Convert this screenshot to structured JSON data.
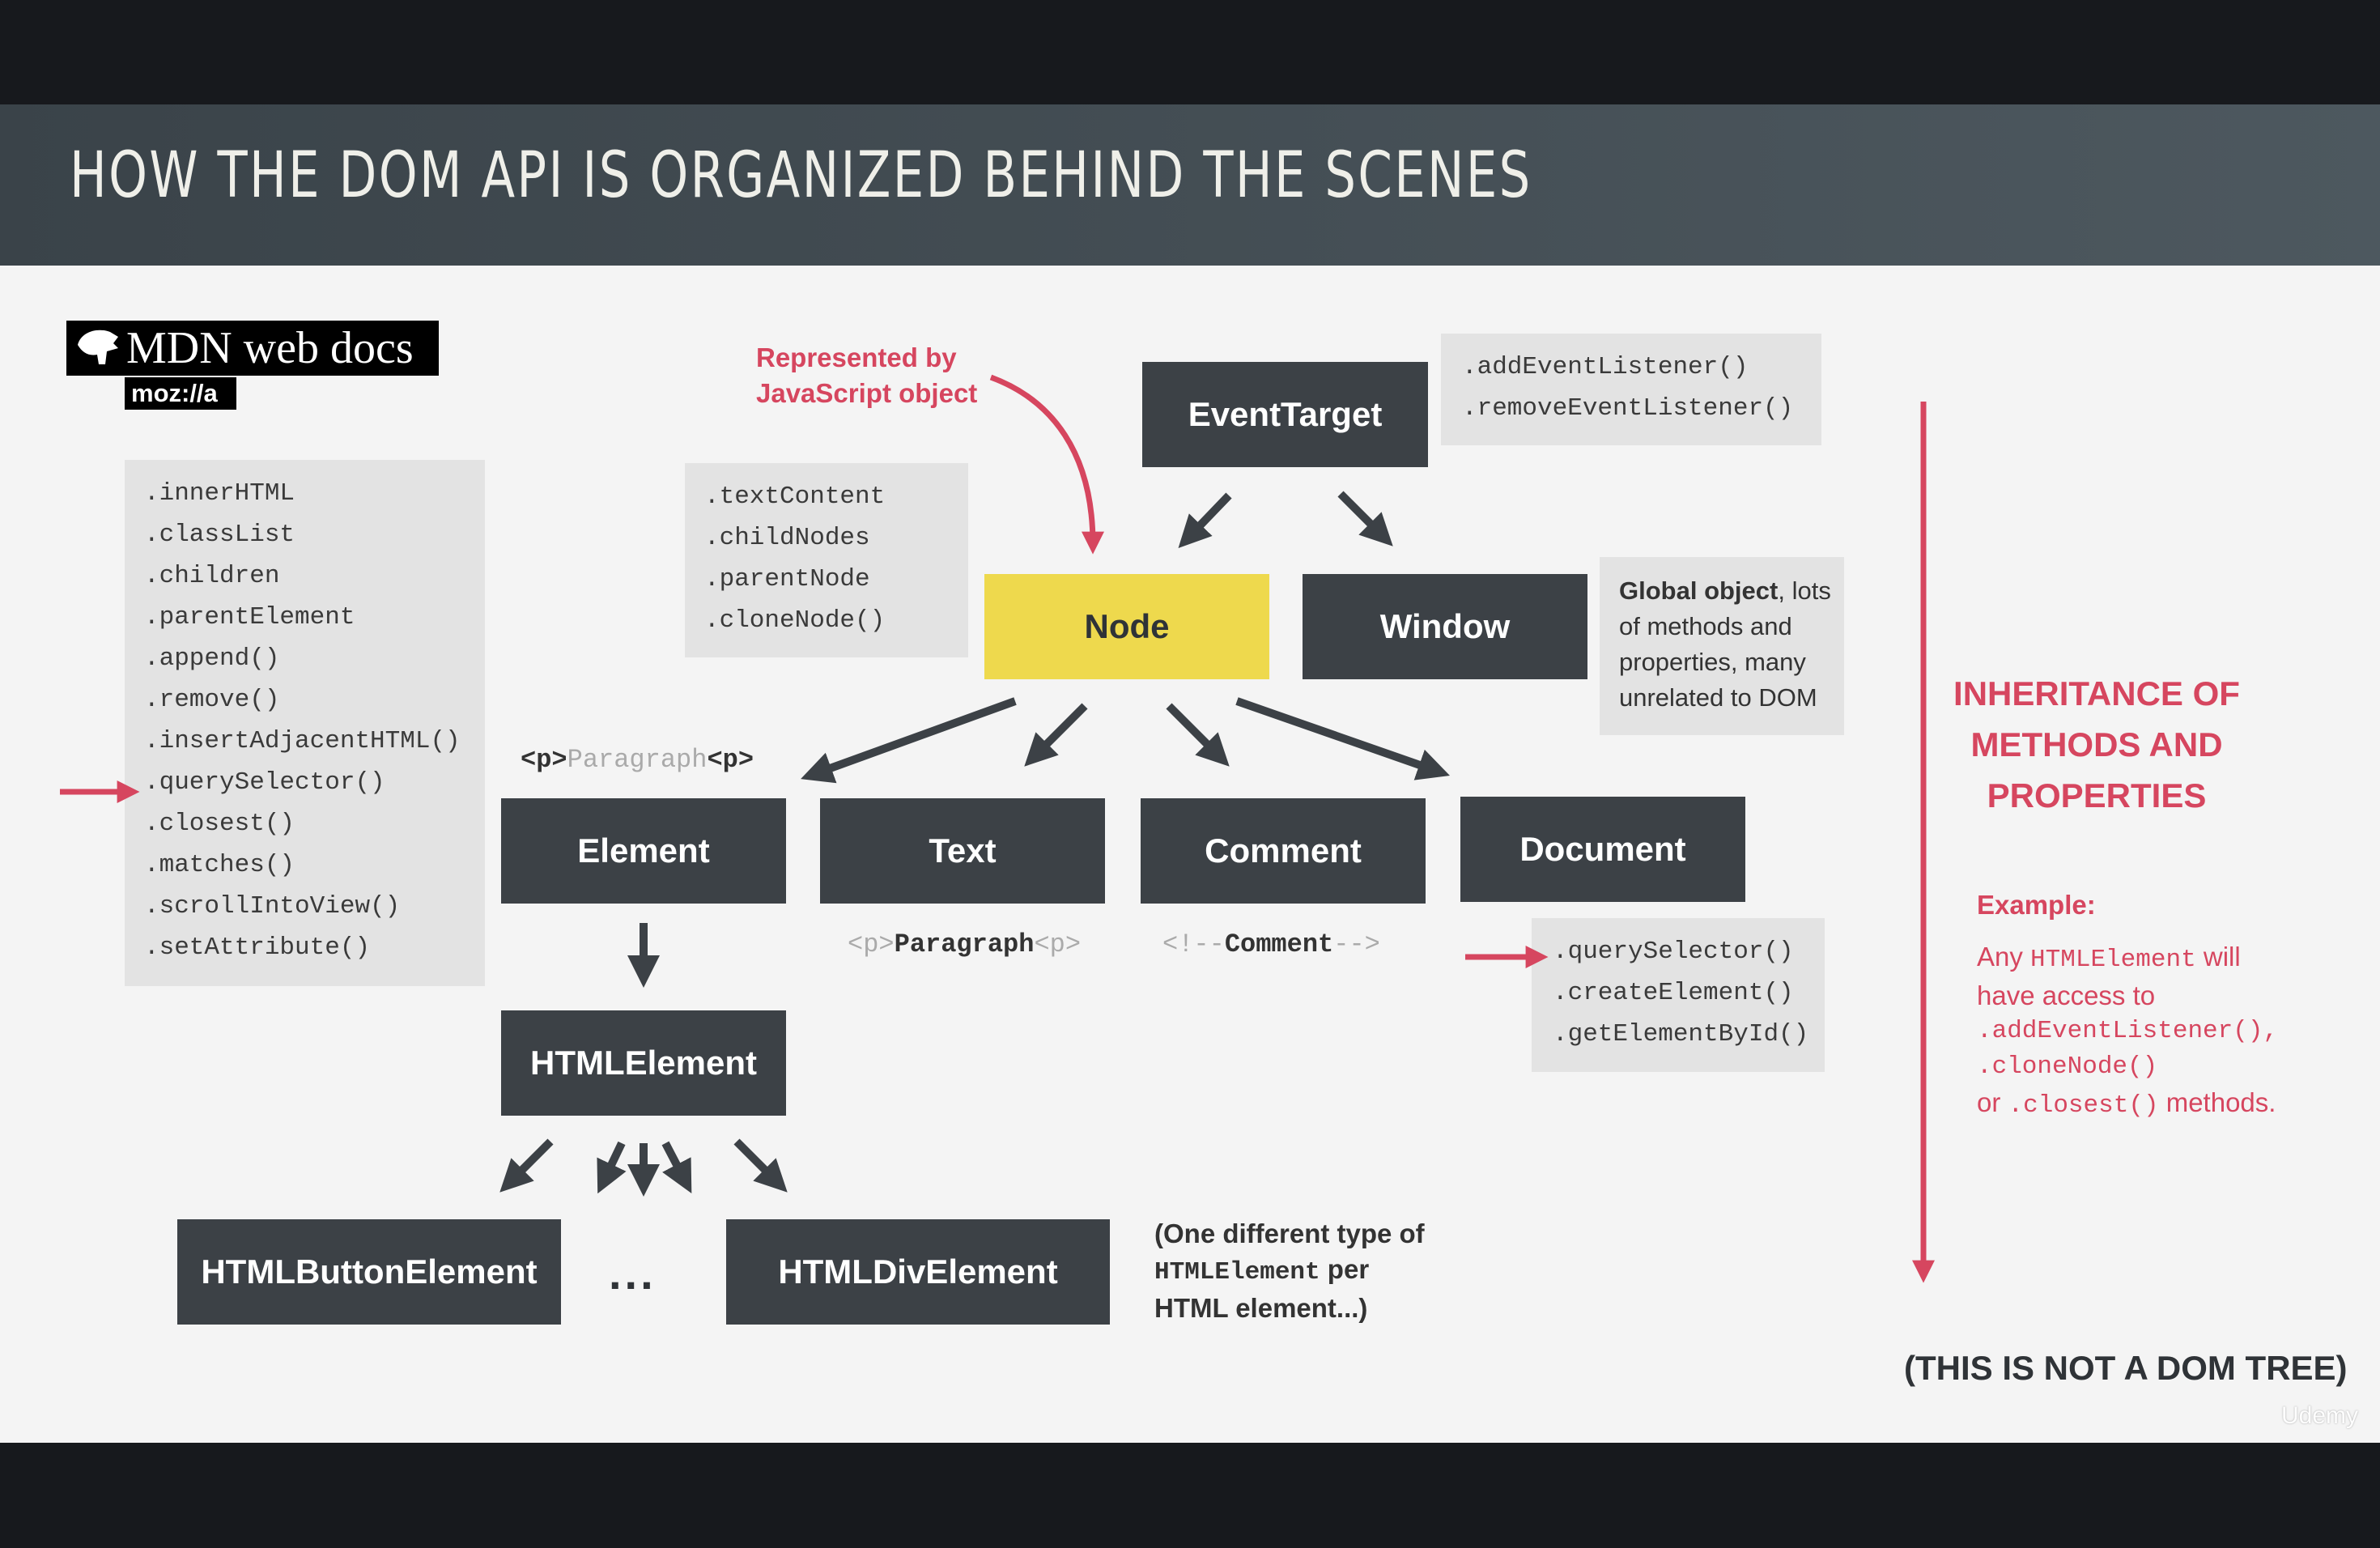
{
  "title": "HOW THE DOM API IS ORGANIZED BEHIND THE SCENES",
  "logo": {
    "text": "MDN web docs",
    "sub": "moz://a"
  },
  "left_panel": {
    "items": [
      ".innerHTML",
      ".classList",
      ".children",
      ".parentElement",
      ".append()",
      ".remove()",
      ".insertAdjacentHTML()",
      ".querySelector()",
      ".closest()",
      ".matches()",
      ".scrollIntoView()",
      ".setAttribute()"
    ]
  },
  "node_panel": {
    "items": [
      ".textContent",
      ".childNodes",
      ".parentNode",
      ".cloneNode()"
    ]
  },
  "eventtarget_panel": {
    "items": [
      ".addEventListener()",
      ".removeEventListener()"
    ]
  },
  "document_panel": {
    "items": [
      ".querySelector()",
      ".createElement()",
      ".getElementById()"
    ]
  },
  "represented_note": {
    "line1": "Represented by",
    "line2": "JavaScript object"
  },
  "boxes": {
    "eventtarget": "EventTarget",
    "node": "Node",
    "window": "Window",
    "element": "Element",
    "text": "Text",
    "comment": "Comment",
    "document": "Document",
    "htmlelement": "HTMLElement",
    "htmlbutton": "HTMLButtonElement",
    "ellipsis": "...",
    "htmldiv": "HTMLDivElement"
  },
  "window_note": {
    "bold": "Global object",
    "rest1": ", lots",
    "line2": "of methods and",
    "line3": "properties, many",
    "line4": "unrelated to DOM"
  },
  "element_example": {
    "open": "<p>",
    "text": "Paragraph",
    "close": "<p>"
  },
  "text_example": {
    "open": "<p>",
    "text": "Paragraph",
    "close": "<p>"
  },
  "comment_example": {
    "open": "<!--",
    "text": "Comment",
    "close": "-->"
  },
  "htmlelement_note": {
    "line1": "(One different type of",
    "code": "HTMLElement",
    "rest2": " per",
    "line3": "HTML element...)"
  },
  "inheritance": {
    "line1": "INHERITANCE OF",
    "line2": "METHODS AND",
    "line3": "PROPERTIES"
  },
  "example": {
    "heading": "Example:",
    "l1a": "Any ",
    "l1code": "HTMLElement",
    "l1b": " will",
    "l2": "have access to",
    "l3code": ".addEventListener(),",
    "l4code": ".cloneNode()",
    "l5a": "or ",
    "l5code": ".closest()",
    "l5b": " methods."
  },
  "footer_note": "(THIS IS NOT A DOM TREE)",
  "watermark": "Udemy",
  "colors": {
    "dark_box": "#3c4146",
    "node_yellow": "#eed94d",
    "accent_red": "#d6465f",
    "panel_gray": "#e3e3e3",
    "slide_bg": "#f4f4f4",
    "frame": "#17191d"
  }
}
